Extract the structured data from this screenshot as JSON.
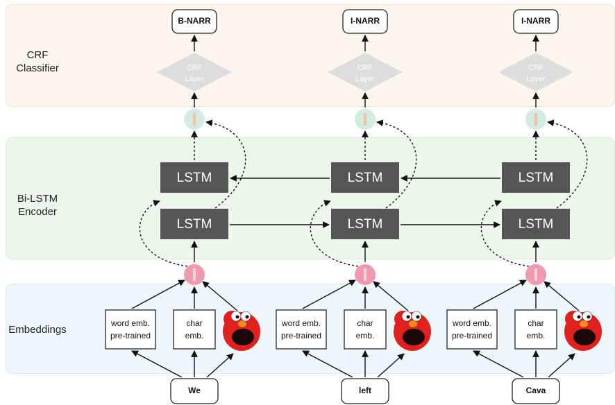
{
  "layers": {
    "crf": "CRF\nClassifier",
    "encoder": "Bi-LSTM\nEncoder",
    "embeddings": "Embeddings"
  },
  "crf_layer_label": [
    "CRF",
    "Layer"
  ],
  "lstm_label": "LSTM",
  "embedding_boxes": {
    "word": [
      "word emb.",
      "pre-trained"
    ],
    "char": [
      "char",
      "emb."
    ]
  },
  "tokens": [
    {
      "word": "We",
      "tag": "B-NARR"
    },
    {
      "word": "left",
      "tag": "I-NARR"
    },
    {
      "word": "Cava",
      "tag": "I-NARR"
    }
  ],
  "colors": {
    "crf_band": "#fcf6ee",
    "lstm_band": "#edf7ec",
    "emb_band": "#eef7fb",
    "lstm_box": "#555555",
    "crf_diamond": "#dddddd",
    "concat_pink": "#f09ab0",
    "output_mint": "#d4ece0"
  },
  "icons": {
    "elmo": "elmo-icon"
  }
}
